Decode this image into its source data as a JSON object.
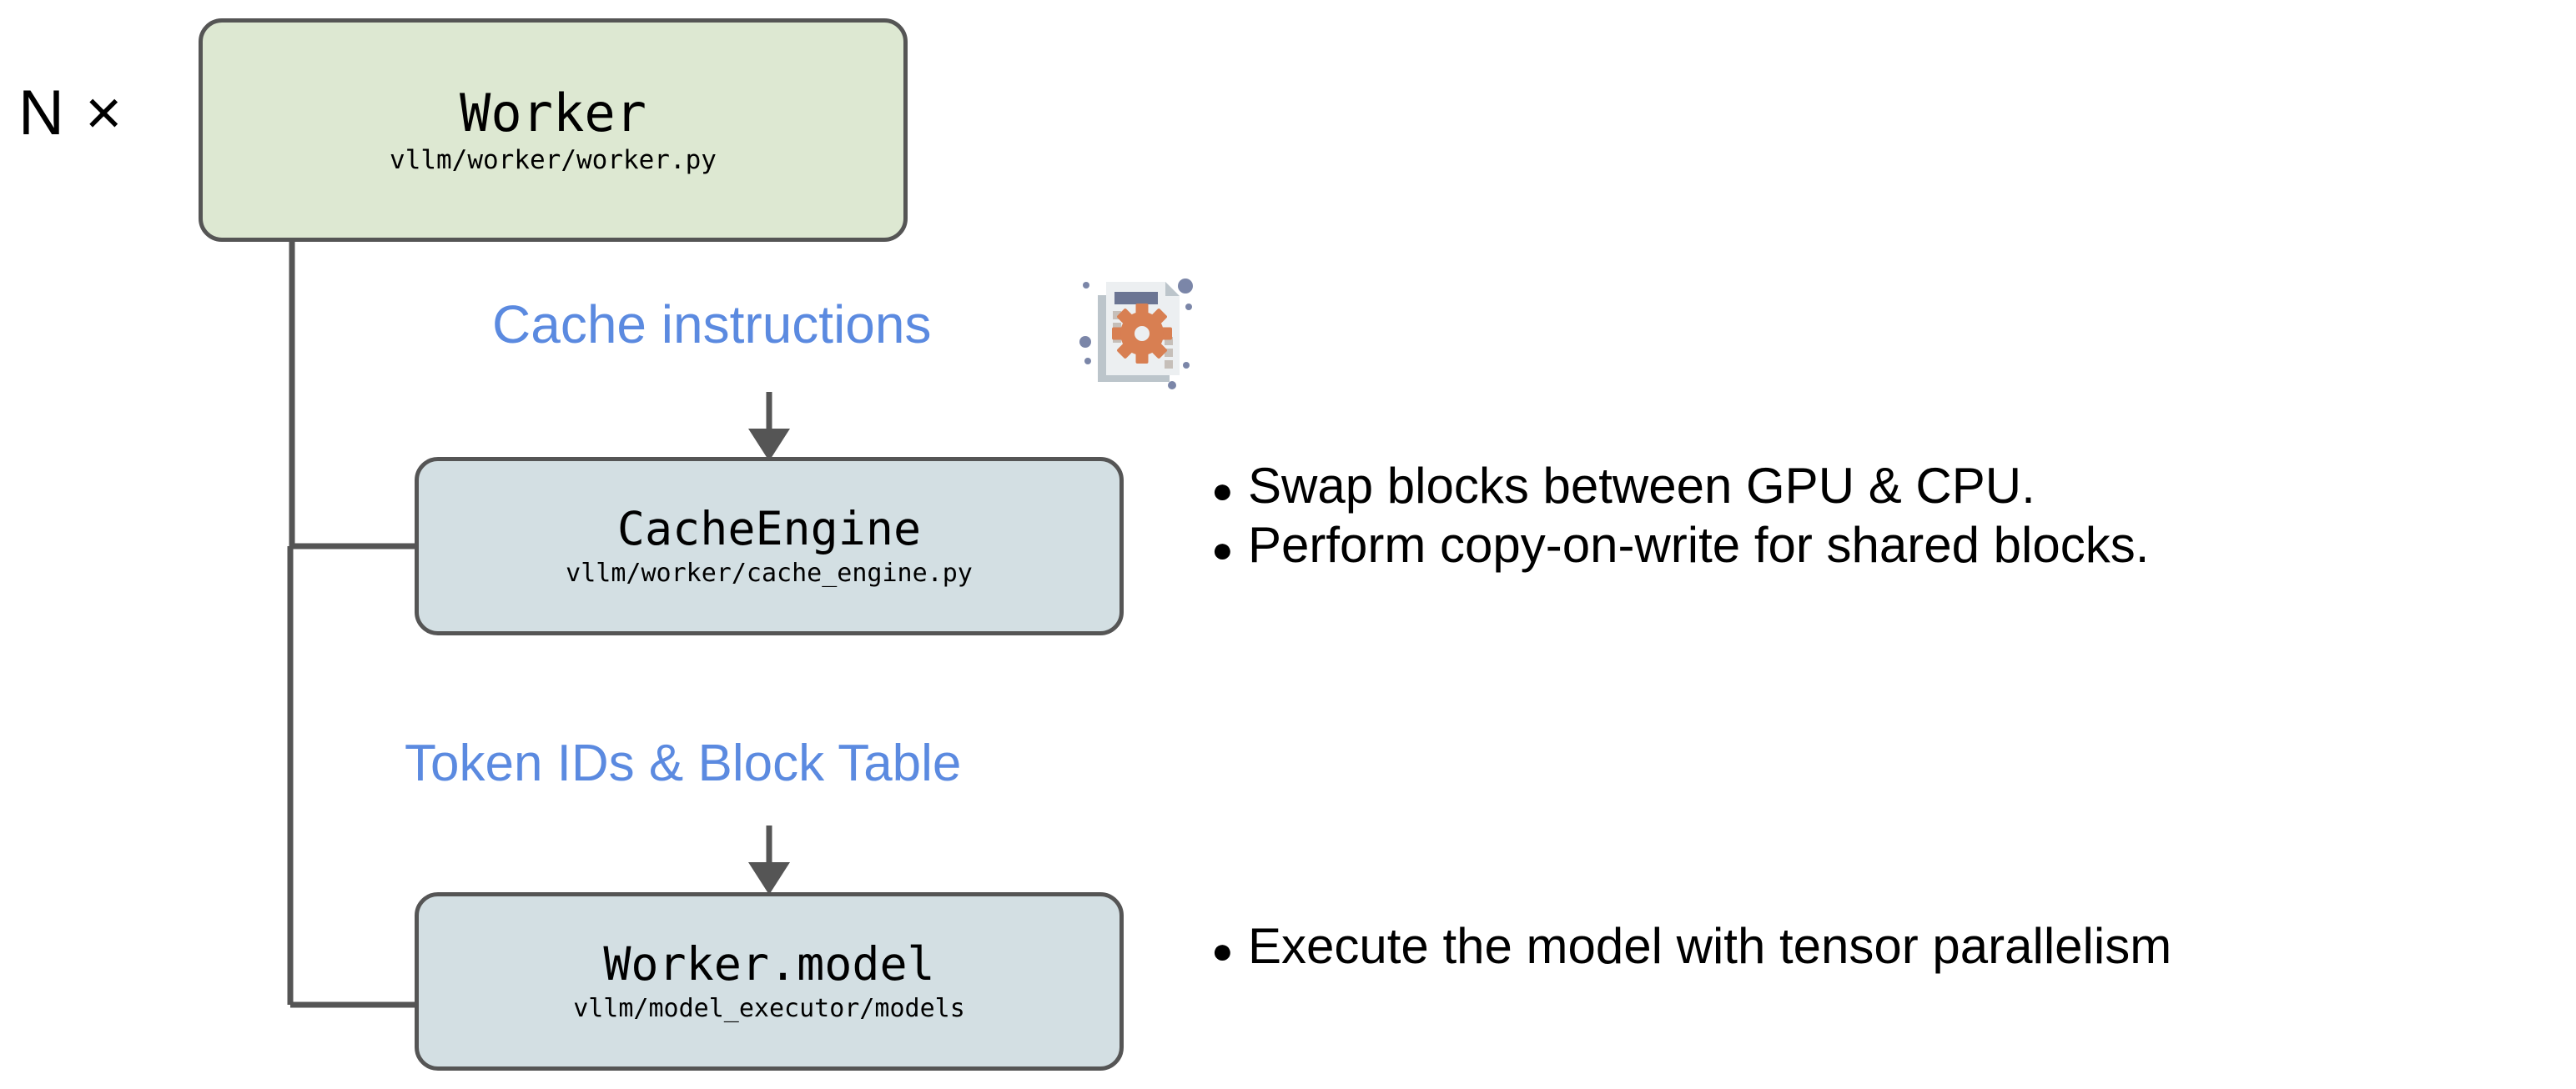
{
  "diagram": {
    "multiplier": "N ×",
    "nodes": [
      {
        "id": "worker",
        "title": "Worker",
        "path": "vllm/worker/worker.py",
        "fill": "#dde8d2",
        "border": "#555555"
      },
      {
        "id": "cacheengine",
        "title": "CacheEngine",
        "path": "vllm/worker/cache_engine.py",
        "fill": "#d3dfe3",
        "border": "#555555"
      },
      {
        "id": "workermodel",
        "title": "Worker.model",
        "path": "vllm/model_executor/models",
        "fill": "#d3dfe3",
        "border": "#555555"
      }
    ],
    "edges": [
      {
        "id": "cache-instructions",
        "label": "Cache instructions",
        "color": "#5b8ae0",
        "from": "worker",
        "to": "cacheengine",
        "icon": "document-gear-icon"
      },
      {
        "id": "token-ids-block-table",
        "label": "Token IDs & Block Table",
        "color": "#5b8ae0",
        "from": "worker",
        "to": "workermodel",
        "icon": null
      }
    ],
    "annotations": [
      {
        "id": "cacheengine-notes",
        "target": "cacheengine",
        "bullets": [
          "Swap blocks between GPU & CPU.",
          "Perform copy-on-write for shared blocks."
        ]
      },
      {
        "id": "workermodel-notes",
        "target": "workermodel",
        "bullets": [
          "Execute the model with tensor parallelism"
        ]
      }
    ],
    "bullet_glyph": "●",
    "colors": {
      "connector": "#555555",
      "arrow": "#555555",
      "text": "#000000",
      "accent_blue": "#5b8ae0",
      "gear_orange": "#d87f52",
      "page_light": "#eceff1",
      "page_shadow": "#bcc5cb",
      "header_bar": "#6b7593",
      "dot_blue": "#7b86a8",
      "small_square": "#c6bfb9",
      "background": "#ffffff"
    }
  }
}
